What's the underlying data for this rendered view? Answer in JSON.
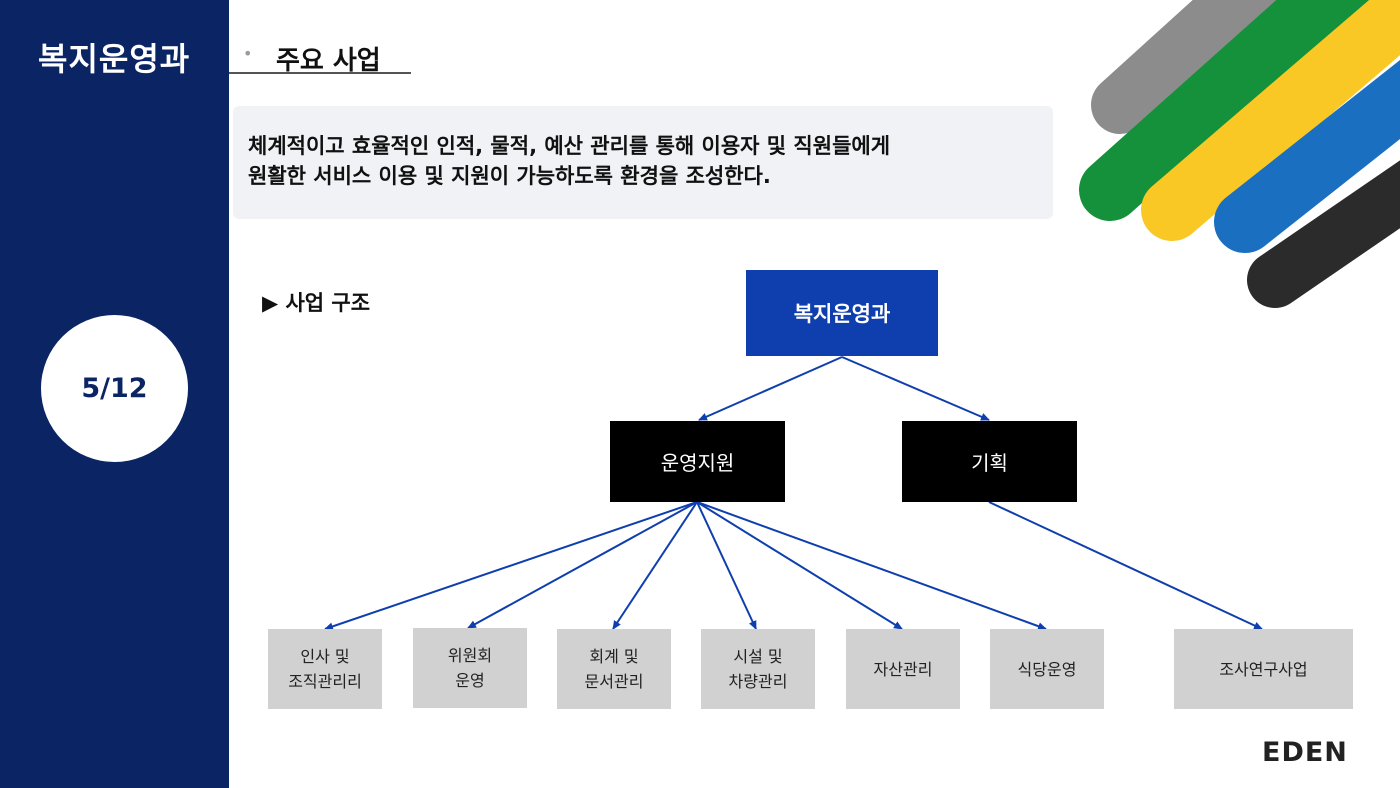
{
  "sidebar": {
    "title": "복지운영과",
    "page_indicator": "5/12"
  },
  "section": {
    "bullet": "•",
    "title": "주요 사업"
  },
  "summary": {
    "line1": "체계적이고 효율적인 인적, 물적, 예산 관리를 통해 이용자 및 직원들에게",
    "line2": "원활한 서비스 이용 및 지원이 가능하도록 환경을 조성한다."
  },
  "structure": {
    "heading": "▶ 사업 구조",
    "root": "복지운영과",
    "level2": [
      "운영지원",
      "기획"
    ],
    "leaves": [
      {
        "line1": "인사 및",
        "line2": "조직관리리"
      },
      {
        "line1": "위원회",
        "line2": "운영"
      },
      {
        "line1": "회계 및",
        "line2": "문서관리"
      },
      {
        "line1": "시설 및",
        "line2": "차량관리"
      },
      {
        "line1": "자산관리",
        "line2": ""
      },
      {
        "line1": "식당운영",
        "line2": ""
      },
      {
        "line1": "조사연구사업",
        "line2": ""
      }
    ]
  },
  "colors": {
    "sidebar": "#0b2463",
    "root_box": "#0f3fae",
    "level2_box": "#000000",
    "leaf_box": "#d1d1d1",
    "arrow": "#0f3fae"
  },
  "logo": {
    "text": "EDEN"
  }
}
